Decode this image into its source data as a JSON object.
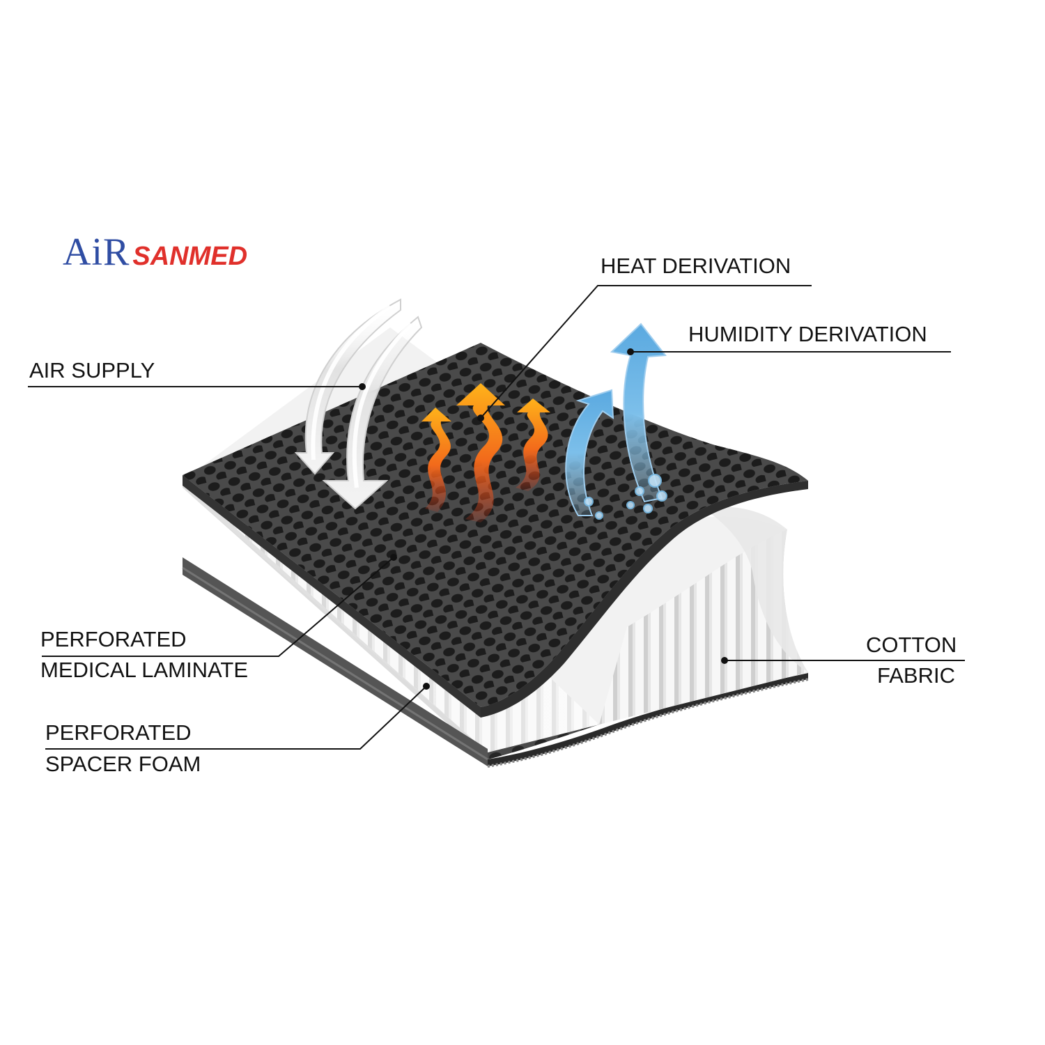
{
  "logo": {
    "part1": "AiR",
    "part2": "SANMED",
    "color_part1": "#2f4da3",
    "color_part2": "#e0302b"
  },
  "labels": {
    "heat_derivation": "HEAT DERIVATION",
    "humidity_derivation": "HUMIDITY DERIVATION",
    "air_supply": "AIR SUPPLY",
    "perforated_medical_laminate": [
      "PERFORATED",
      "MEDICAL LAMINATE"
    ],
    "cotton_fabric": [
      "COTTON",
      "FABRIC"
    ],
    "perforated_spacer_foam": [
      "PERFORATED",
      "SPACER FOAM"
    ]
  },
  "colors": {
    "laminate": "#4a4a4a",
    "laminate_edge": "#333333",
    "perforation": "#1c1c1c",
    "foam": "#f2f2f2",
    "heat_arrow": "#f26a1b",
    "humidity_arrow": "#7cbfea",
    "air_arrow": "#e8e8e8",
    "leader_line": "#111111"
  },
  "icons": {
    "air_supply_arrows": "curved-down-arrow-icon",
    "heat_arrows": "wavy-up-arrow-icon",
    "humidity_arrows": "curved-up-arrow-icon"
  }
}
